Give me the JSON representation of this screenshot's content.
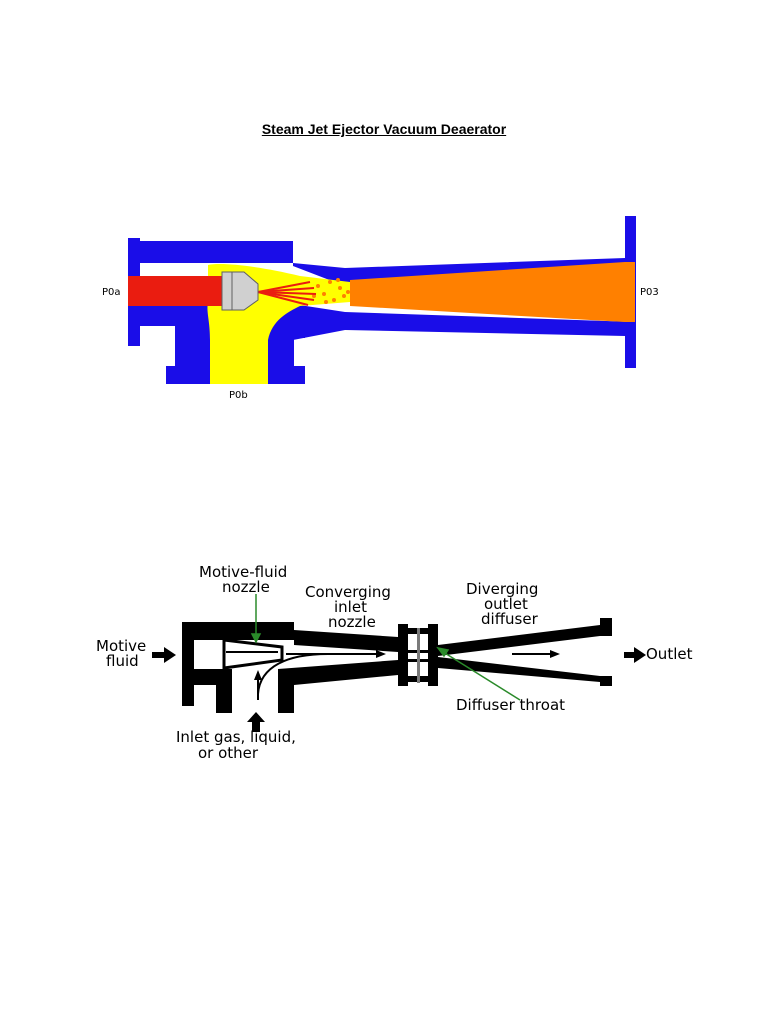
{
  "title": "Steam Jet Ejector Vacuum Deaerator",
  "diagram1": {
    "labels": {
      "motive_inlet": "P0a",
      "suction_inlet": "P0b",
      "discharge": "P03"
    },
    "colors": {
      "body": "#1a0de8",
      "motive_steam": "#ea1c10",
      "suction_fluid": "#ffff00",
      "mixed_flow": "#ff8000",
      "nozzle_tip": "#d0d0d0"
    }
  },
  "diagram2": {
    "labels": {
      "motive_fluid": [
        "Motive",
        "fluid"
      ],
      "motive_nozzle": [
        "Motive-fluid",
        "nozzle"
      ],
      "converging_nozzle": [
        "Converging",
        "inlet",
        "nozzle"
      ],
      "diverging_diffuser": [
        "Diverging",
        "outlet",
        "diffuser"
      ],
      "diffuser_throat": "Diffuser throat",
      "inlet": [
        "Inlet gas, liquid,",
        "or other"
      ],
      "outlet": "Outlet"
    },
    "colors": {
      "wall": "#000000",
      "pointer": "#2a8a2a"
    }
  }
}
